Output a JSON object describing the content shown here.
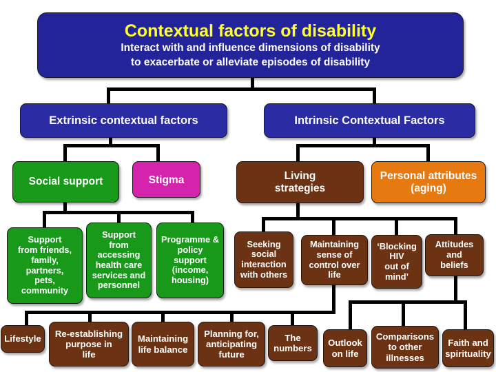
{
  "title": "Contextual factors of disability",
  "subtitle_line1": "Interact with and influence dimensions of disability",
  "subtitle_line2": "to exacerbate or alleviate episodes of disability",
  "extrinsic": "Extrinsic contextual factors",
  "intrinsic": "Intrinsic Contextual Factors",
  "social_support": "Social support",
  "stigma": "Stigma",
  "living_strategies": [
    "Living",
    "strategies"
  ],
  "personal_attributes": [
    "Personal attributes",
    "(aging)"
  ],
  "support_friends": [
    "Support",
    "from friends,",
    "family,",
    "partners,",
    "pets,",
    "community"
  ],
  "support_accessing": [
    "Support",
    "from",
    "accessing",
    "health care",
    "services and",
    "personnel"
  ],
  "programme_policy": [
    "Programme &",
    "policy",
    "support",
    "(income,",
    "housing)"
  ],
  "seeking_social": [
    "Seeking",
    "social",
    "interaction",
    "with others"
  ],
  "maintaining_control": [
    "Maintaining",
    "sense of",
    "control over",
    "life"
  ],
  "blocking_hiv": [
    "‘Blocking",
    "HIV",
    "out of",
    "mind’"
  ],
  "attitudes_beliefs": [
    "Attitudes",
    "and",
    "beliefs"
  ],
  "lifestyle": "Lifestyle",
  "re_establishing": [
    "Re-establishing",
    "purpose in",
    "life"
  ],
  "maintaining_balance": [
    "Maintaining",
    "life balance"
  ],
  "planning_future": [
    "Planning for,",
    "anticipating",
    "future"
  ],
  "the_numbers": [
    "The",
    "numbers"
  ],
  "outlook": [
    "Outlook",
    "on life"
  ],
  "comparisons": [
    "Comparisons",
    "to other",
    "illnesses"
  ],
  "faith": [
    "Faith and",
    "spirituality"
  ]
}
